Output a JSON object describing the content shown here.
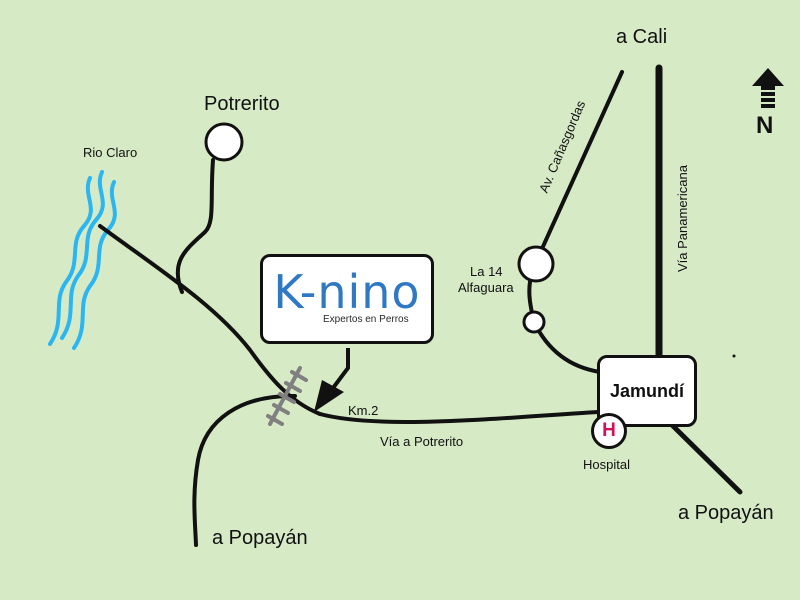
{
  "map": {
    "background_color": "#d7eac6",
    "road_color": "#111111",
    "river_color": "#29b6f2",
    "brand_color": "#2f78c4",
    "hospital_color": "#d1125a"
  },
  "business": {
    "name": "K-nino",
    "tagline": "Expertos en Perros",
    "distance_label": "Km.2"
  },
  "places": {
    "potrerito": "Potrerito",
    "rio_claro": "Rio Claro",
    "cali": "a Cali",
    "popayan_south": "a Popayán",
    "popayan_east": "a Popayán",
    "la14_line1": "La 14",
    "la14_line2": "Alfaguara",
    "jamundi": "Jamundí",
    "hospital": "Hospital",
    "hospital_symbol": "H"
  },
  "roads": {
    "via_potrerito": "Vía a Potrerito",
    "via_panamericana": "Vía Panamericana",
    "av_canasgordas": "Av. Cañasgordas"
  },
  "compass": {
    "letter": "N",
    "icon": "north-arrow-icon"
  }
}
